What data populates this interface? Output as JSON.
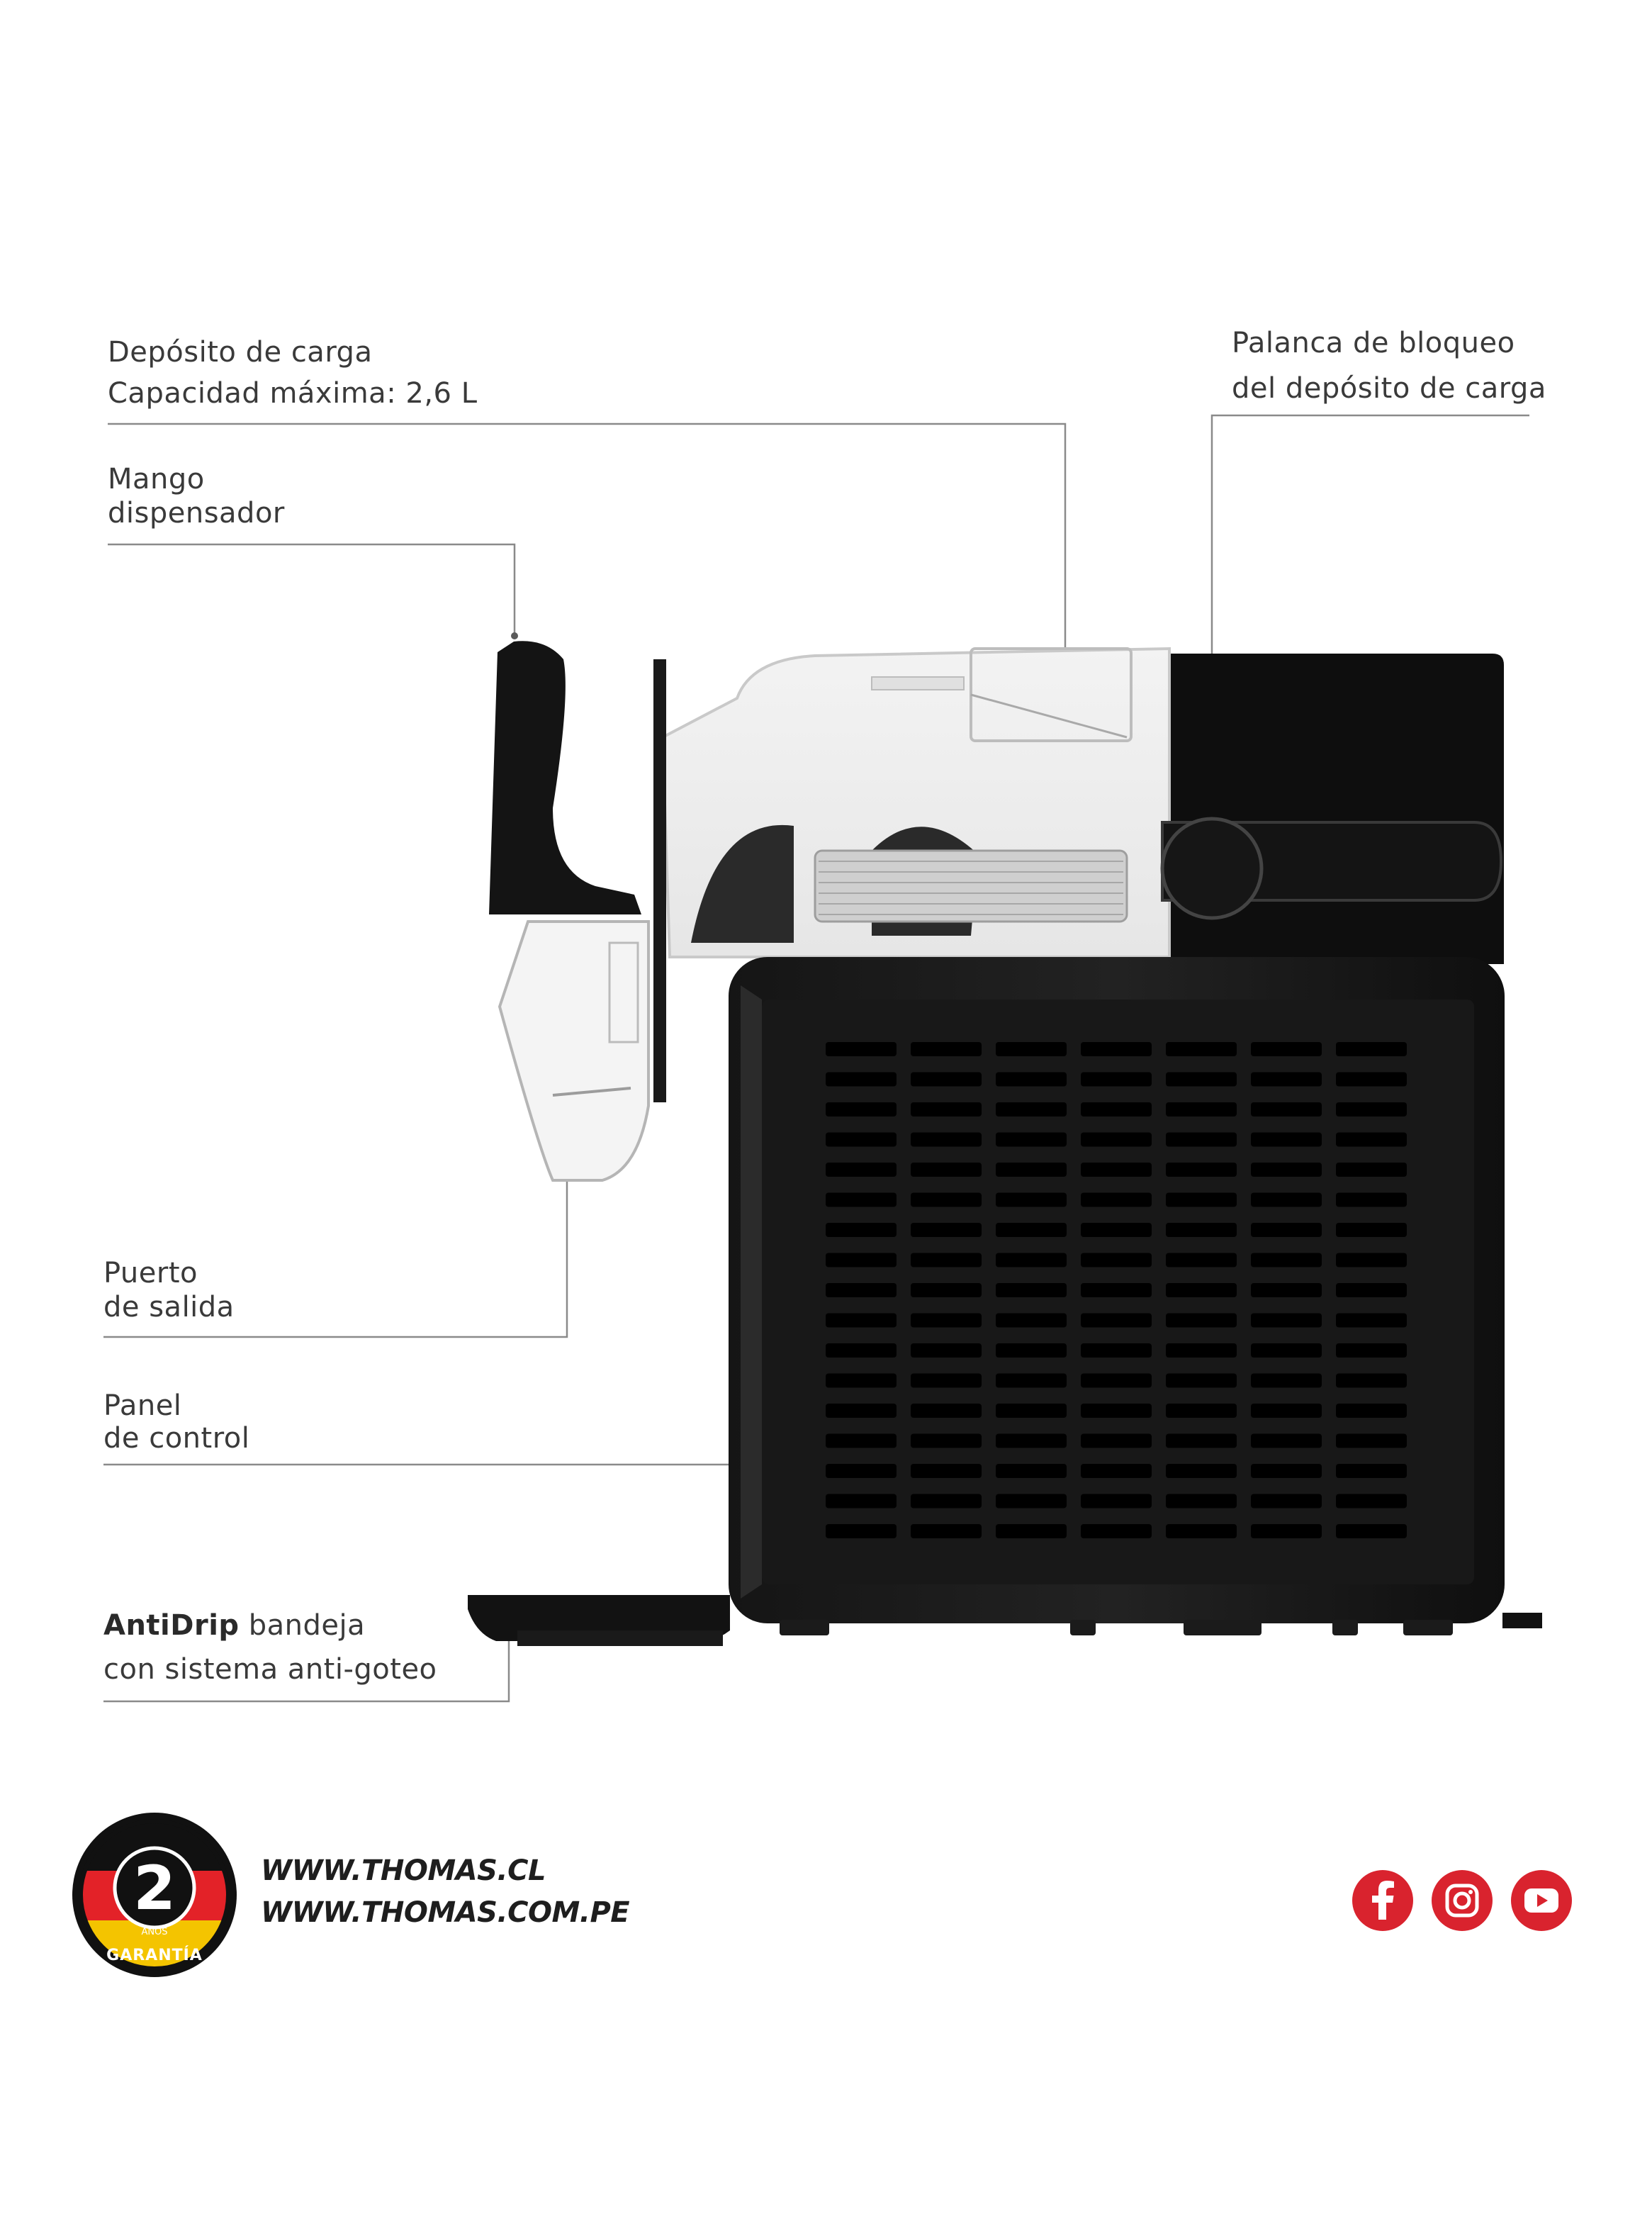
{
  "callouts": {
    "deposito": {
      "line1": "Depósito de carga",
      "line2": "Capacidad máxima: 2,6 L"
    },
    "palanca": {
      "line1": "Palanca de  bloqueo",
      "line2": "del depósito de carga"
    },
    "mango": {
      "line1": "Mango",
      "line2": "dispensador"
    },
    "puerto": {
      "line1": "Puerto",
      "line2": "de salida"
    },
    "panel": {
      "line1": "Panel",
      "line2": "de control"
    },
    "antidrip": {
      "bold": "AntiDrip",
      "rest": " bandeja",
      "line2": "con sistema anti-goteo"
    }
  },
  "badge": {
    "number": "2",
    "small": "AÑOS",
    "text": "GARANTÍA"
  },
  "footer": {
    "url1": "WWW.THOMAS.CL",
    "url2": "WWW.THOMAS.COM.PE"
  },
  "social": [
    {
      "name": "facebook-icon",
      "glyph": "f"
    },
    {
      "name": "instagram-icon"
    },
    {
      "name": "youtube-icon"
    }
  ],
  "colors": {
    "accent": "#d9232e",
    "text": "#3a3a3a",
    "machine": "#111111",
    "leader": "#8a8a8a"
  }
}
